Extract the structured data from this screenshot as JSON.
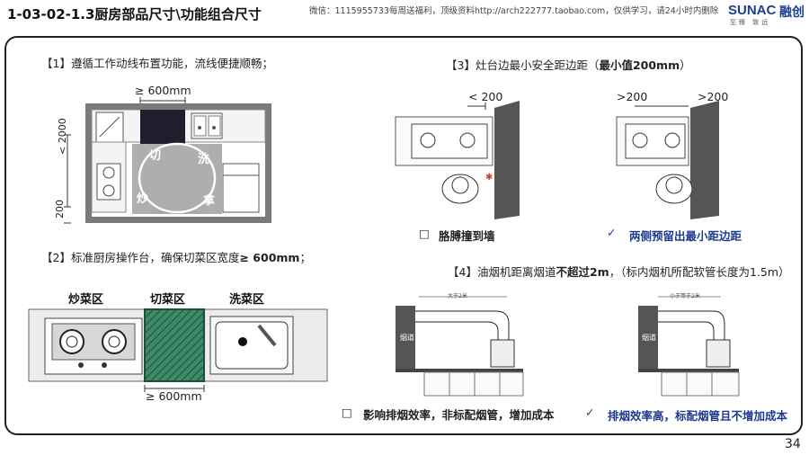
{
  "header": {
    "title": "1-03-02-1.3厨房部品尺寸\\功能组合尺寸",
    "note": "微信：1115955733每周送福利，顶级资料http://arch222777.taobao.com，仅供学习，请24小时内删除",
    "logo_en": "SUNAC",
    "logo_cn": "融创",
    "logo_sub": "至臻 致远"
  },
  "section1": {
    "heading": "【1】遵循工作动线布置功能，流线便捷顺畅；",
    "dim_top": "≥ 600mm",
    "dim_side": "< 2000",
    "dim_bottom": "200",
    "steps": [
      "切",
      "洗",
      "炒",
      "拿"
    ]
  },
  "section2": {
    "heading_prefix": "【2】标准厨房操作台，确保切菜区宽度",
    "heading_bold": "≥ 600mm",
    "heading_suffix": "；",
    "zones": [
      "炒菜区",
      "切菜区",
      "洗菜区"
    ],
    "dim_bottom": "≥ 600mm"
  },
  "section3": {
    "heading_prefix": "【3】灶台边最小安全距边距（",
    "heading_bold": "最小值200mm",
    "heading_suffix": "）",
    "left_dim": "< 200",
    "right_dims": [
      ">200",
      ">200"
    ],
    "bad_mark": "□",
    "bad_label": "胳膊撞到墙",
    "good_mark": "✓",
    "good_label": "两侧预留出最小距边距"
  },
  "section4": {
    "heading_prefix": "【4】油烟机距离烟道",
    "heading_bold": "不超过2m",
    "heading_suffix": "，（标内烟机所配软管长度为1.5m）",
    "flue_label": "烟道",
    "left_dim": "大于2米",
    "right_dim": "小于等于2米",
    "bad_mark": "□",
    "bad_label": "影响排烟效率，非标配烟管，增加成本",
    "good_mark": "✓",
    "good_label": "排烟效率高，标配烟管且不增加成本"
  },
  "page_number": "34"
}
